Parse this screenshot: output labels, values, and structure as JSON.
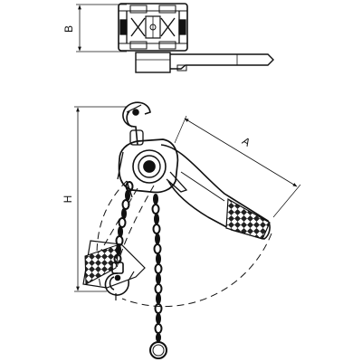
{
  "drawing": {
    "label_b": "B",
    "label_h": "H",
    "label_a": "A"
  }
}
